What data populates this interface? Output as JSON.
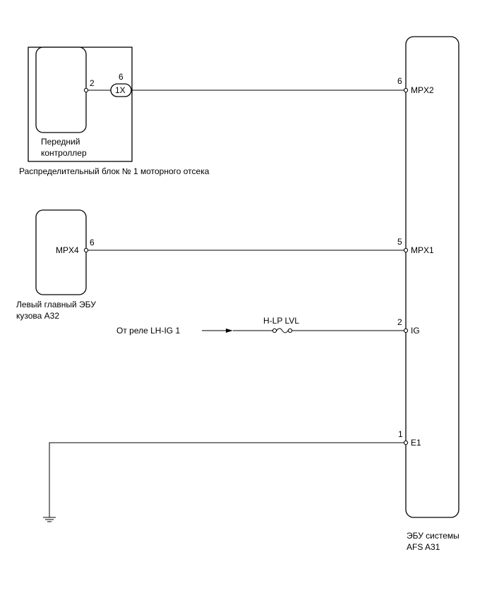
{
  "front_controller": {
    "label_line1": "Передний",
    "label_line2": "контроллер",
    "pin_number": "2"
  },
  "junction_block": {
    "name": "Распределительный блок № 1 моторного отсека",
    "connector_label": "1X",
    "connector_pin": "6"
  },
  "left_body_ecu": {
    "label_line1": "Левый главный ЭБУ",
    "label_line2": "кузова A32",
    "pin_label": "MPX4",
    "pin_number": "6"
  },
  "relay_source": {
    "label": "От реле LH-IG 1"
  },
  "fuse": {
    "label": "H-LP LVL"
  },
  "afs_ecu": {
    "label_line1": "ЭБУ системы",
    "label_line2": "AFS A31",
    "pins": [
      {
        "number": "6",
        "label": "MPX2"
      },
      {
        "number": "5",
        "label": "MPX1"
      },
      {
        "number": "2",
        "label": "IG"
      },
      {
        "number": "1",
        "label": "E1"
      }
    ]
  }
}
